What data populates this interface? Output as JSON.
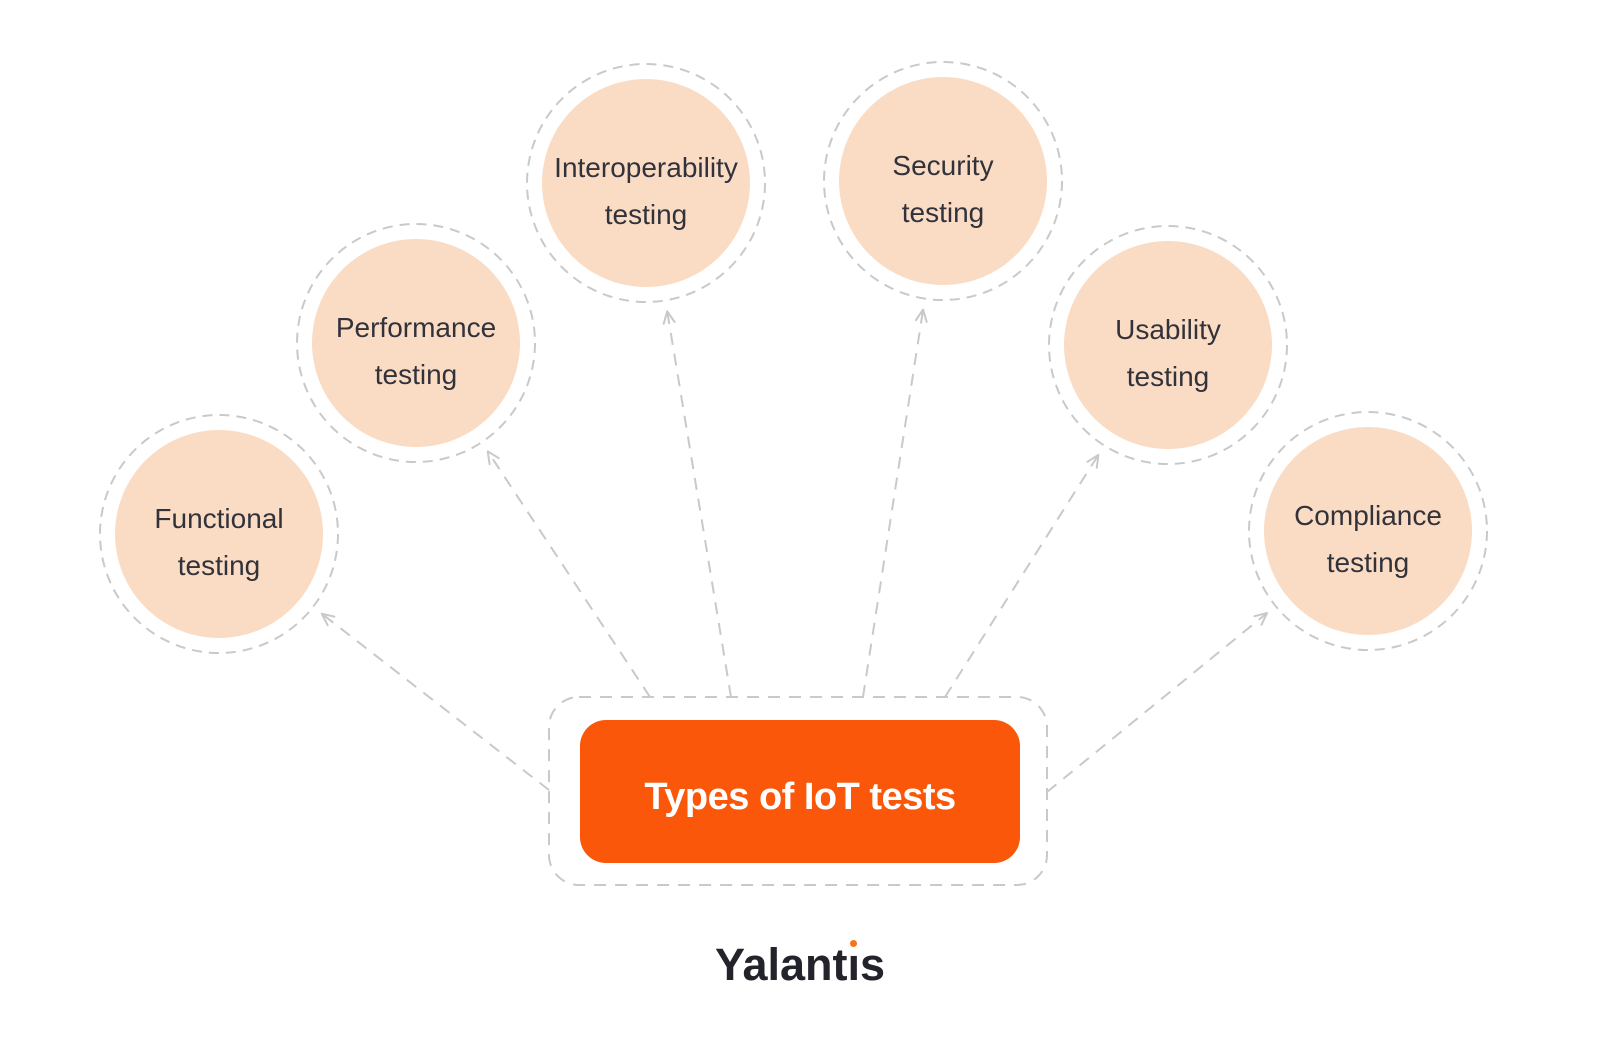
{
  "title": "Types of IoT tests",
  "brand": {
    "name": "Yalantis"
  },
  "colors": {
    "background": "#ffffff",
    "node-fill": "#fadcc5",
    "node-text": "#32323a",
    "line-gray": "#c9c9c9",
    "accent-orange": "#fa570a",
    "center-text": "#ffffff",
    "brand-text": "#23242b",
    "brand-dot": "#f5731a"
  },
  "nodes": [
    {
      "line1": "Functional",
      "line2": "testing"
    },
    {
      "line1": "Performance",
      "line2": "testing"
    },
    {
      "line1": "Interoperability",
      "line2": "testing"
    },
    {
      "line1": "Security",
      "line2": "testing"
    },
    {
      "line1": "Usability",
      "line2": "testing"
    },
    {
      "line1": "Compliance",
      "line2": "testing"
    }
  ]
}
